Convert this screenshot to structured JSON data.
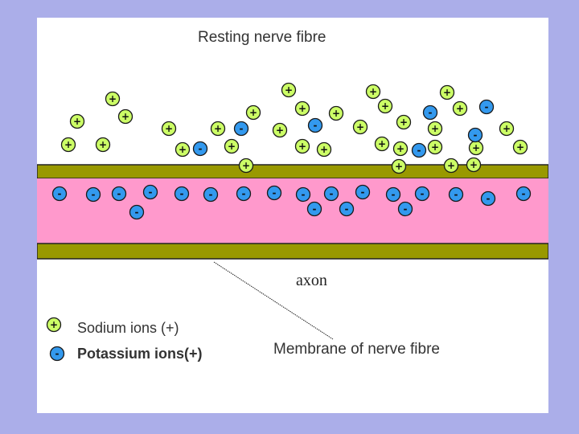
{
  "title": "Resting nerve fibre",
  "axon_label": "axon",
  "membrane_label": "Membrane of nerve fibre",
  "legend": {
    "sodium": {
      "label": "Sodium ions  (+)",
      "symbol": "+"
    },
    "potassium": {
      "label": "Potassium ions(+)",
      "symbol": "-"
    }
  },
  "colors": {
    "background": "#abaee9",
    "panel": "#ffffff",
    "membrane": "#999900",
    "axoplasm": "#ff99cc",
    "sodium": "#ccff66",
    "potassium": "#3399ee"
  },
  "icons": {
    "sodium": "plus-circle-icon",
    "potassium": "minus-circle-icon"
  }
}
